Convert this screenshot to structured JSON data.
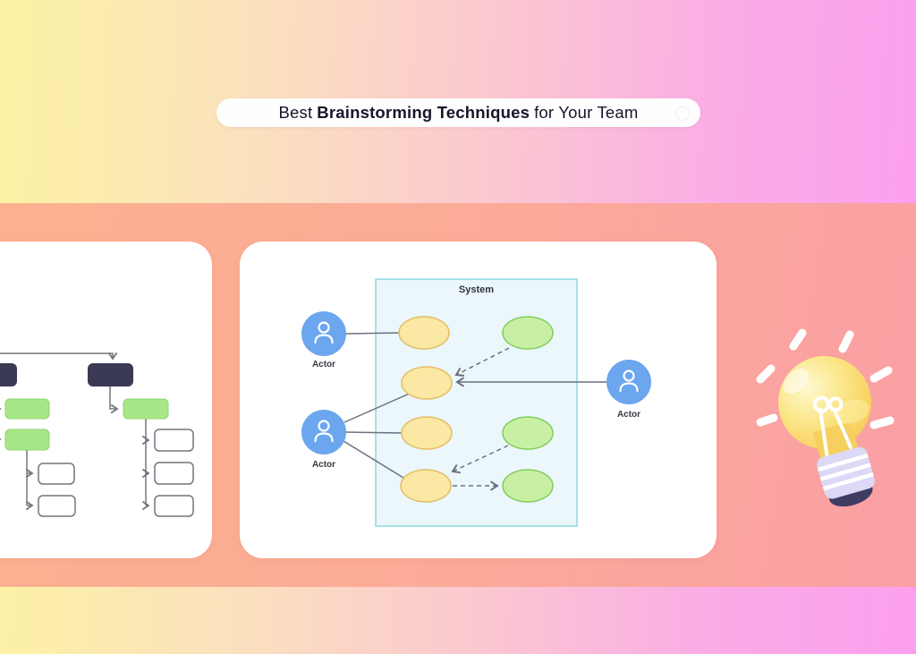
{
  "title": {
    "prefix": "Best",
    "bold": "Brainstorming Techniques",
    "suffix": "for Your Team"
  },
  "use_case": {
    "system_label": "System",
    "actors": [
      "Actor",
      "Actor",
      "Actor"
    ]
  },
  "icons": {
    "actor": "person-icon",
    "illustration": "lightbulb-icon"
  },
  "colors": {
    "background_gradient": [
      "#FCF3A4",
      "#FBDDC0",
      "#FAACE6",
      "#FC9FEF"
    ],
    "band_salmon": "#FBAB97",
    "card_white": "#FFFFFF",
    "flowchart_dark_node": "#3B3A55",
    "flowchart_green_node": "#A7E787",
    "connector_gray": "#74747F",
    "use_case_yellow_fill": "#FBE8A4",
    "use_case_yellow_border": "#E2BE63",
    "use_case_green_fill": "#C8F0A4",
    "use_case_green_border": "#85CB5D",
    "system_box_fill": "#EBF7FB",
    "system_box_border": "#8ED7DF",
    "actor_blue": "#6BA6EF",
    "bulb_yellow": "#F8D362",
    "bulb_base_lavender": "#DCD8F5",
    "bulb_tip_navy": "#3E3C63",
    "text_dark": "#16162A"
  }
}
